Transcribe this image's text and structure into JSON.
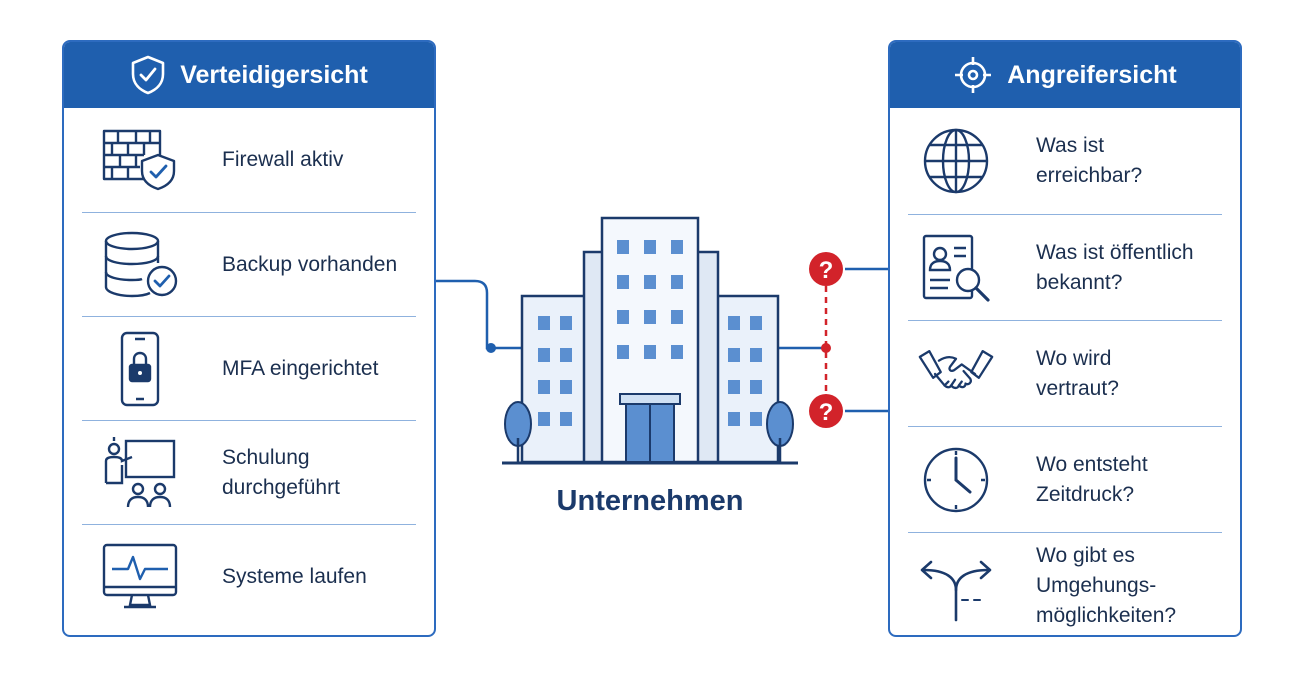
{
  "defender": {
    "title": "Verteidigersicht",
    "header_icon": "shield-check-icon",
    "items": [
      {
        "label": "Firewall aktiv",
        "icon": "firewall-shield-icon"
      },
      {
        "label": "Backup vorhanden",
        "icon": "database-check-icon"
      },
      {
        "label": "MFA eingerichtet",
        "icon": "phone-lock-icon"
      },
      {
        "label": "Schulung\ndurchgeführt",
        "icon": "training-presentation-icon"
      },
      {
        "label": "Systeme laufen",
        "icon": "monitor-heartbeat-icon"
      }
    ]
  },
  "attacker": {
    "title": "Angreifersicht",
    "header_icon": "crosshair-icon",
    "items": [
      {
        "label": "Was ist\nerreichbar?",
        "icon": "globe-icon"
      },
      {
        "label": "Was ist öffentlich\nbekannt?",
        "icon": "profile-search-icon"
      },
      {
        "label": "Wo wird\nvertraut?",
        "icon": "handshake-icon"
      },
      {
        "label": "Wo entsteht\nZeitdruck?",
        "icon": "clock-icon"
      },
      {
        "label": "Wo gibt es\nUmgehungs-\nmöglichkeiten?",
        "icon": "split-arrow-icon"
      }
    ]
  },
  "center": {
    "label": "Unternehmen",
    "icon": "office-building-icon",
    "question_mark": "?"
  },
  "colors": {
    "primary_blue": "#1f5fae",
    "border_blue": "#2d6bbf",
    "window_blue": "#5b8fd0",
    "accent_red": "#d2232a",
    "text_dark": "#1b2f4f"
  }
}
